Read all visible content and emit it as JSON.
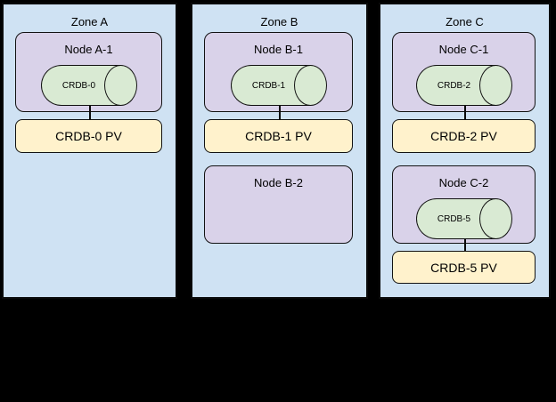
{
  "diagram": {
    "background": "#000000",
    "colors": {
      "zone_fill": "#cfe2f3",
      "node_fill": "#d9d2e9",
      "cylinder_fill": "#d9ead3",
      "pv_fill": "#fff2cc",
      "border": "#0a0a0a",
      "text": "#000000"
    },
    "zones": [
      {
        "label": "Zone A",
        "nodes": [
          {
            "label": "Node A-1",
            "pod": "CRDB-0",
            "pv": "CRDB-0 PV"
          }
        ]
      },
      {
        "label": "Zone B",
        "nodes": [
          {
            "label": "Node B-1",
            "pod": "CRDB-1",
            "pv": "CRDB-1 PV"
          },
          {
            "label": "Node B-2"
          }
        ]
      },
      {
        "label": "Zone C",
        "nodes": [
          {
            "label": "Node C-1",
            "pod": "CRDB-2",
            "pv": "CRDB-2 PV"
          },
          {
            "label": "Node C-2",
            "pod": "CRDB-5",
            "pv": "CRDB-5 PV"
          }
        ]
      }
    ]
  }
}
